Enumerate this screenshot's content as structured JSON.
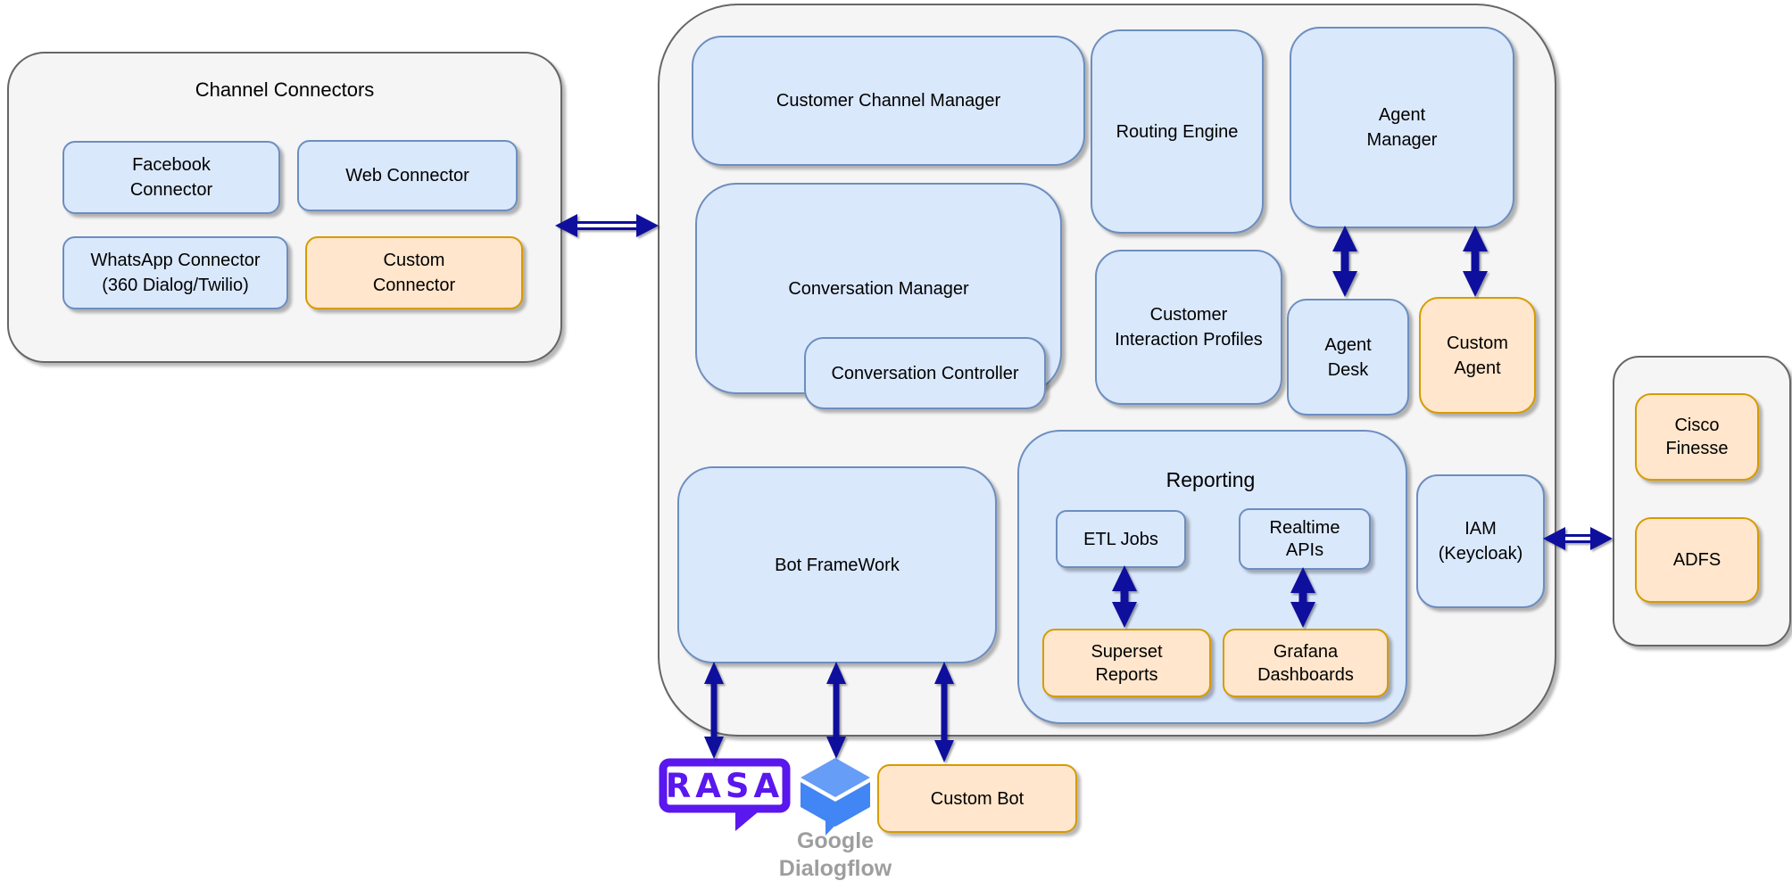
{
  "colors": {
    "node_blue_fill": "#dae8fc",
    "node_blue_border": "#6c8ebf",
    "node_orange_fill": "#ffe6cc",
    "node_orange_border": "#d79b00",
    "container_fill": "#f5f5f5",
    "container_border": "#666666",
    "arrow_navy": "#0f0f9d",
    "rasa_purple": "#5a17ee",
    "dialogflow_blue_light": "#669df6",
    "dialogflow_blue": "#4285f4",
    "caption_gray": "#9e9e9e"
  },
  "channel_connectors": {
    "title": "Channel Connectors",
    "facebook": "Facebook\nConnector",
    "web": "Web Connector",
    "whatsapp": "WhatsApp Connector\n(360 Dialog/Twilio)",
    "custom": "Custom\nConnector"
  },
  "platform": {
    "customer_channel_manager": "Customer Channel Manager",
    "routing_engine": "Routing Engine",
    "agent_manager": "Agent\nManager",
    "conversation_manager": "Conversation Manager",
    "conversation_controller": "Conversation Controller",
    "customer_interaction_profiles": "Customer\nInteraction Profiles",
    "agent_desk": "Agent\nDesk",
    "custom_agent": "Custom\nAgent",
    "bot_framework": "Bot FrameWork",
    "iam": "IAM\n(Keycloak)"
  },
  "reporting": {
    "title": "Reporting",
    "etl_jobs": "ETL Jobs",
    "realtime_apis": "Realtime\nAPIs",
    "superset_reports": "Superset\nReports",
    "grafana_dashboards": "Grafana\nDashboards"
  },
  "external_idp": {
    "cisco_finesse": "Cisco\nFinesse",
    "adfs": "ADFS"
  },
  "bots": {
    "rasa_logo_text": "RASA",
    "google_dialogflow_caption": "Google\nDialogflow",
    "custom_bot": "Custom Bot"
  },
  "connections": [
    {
      "from": "channel-connectors",
      "to": "platform",
      "type": "double-arrow"
    },
    {
      "from": "agent-manager",
      "to": "agent-desk",
      "type": "double-arrow"
    },
    {
      "from": "agent-manager",
      "to": "custom-agent",
      "type": "double-arrow"
    },
    {
      "from": "etl-jobs",
      "to": "superset-reports",
      "type": "double-arrow"
    },
    {
      "from": "realtime-apis",
      "to": "grafana-dashboards",
      "type": "double-arrow"
    },
    {
      "from": "iam-keycloak",
      "to": "external-idp",
      "type": "double-arrow"
    },
    {
      "from": "bot-framework",
      "to": "rasa",
      "type": "double-arrow"
    },
    {
      "from": "bot-framework",
      "to": "google-dialogflow",
      "type": "double-arrow"
    },
    {
      "from": "bot-framework",
      "to": "custom-bot",
      "type": "double-arrow"
    }
  ]
}
